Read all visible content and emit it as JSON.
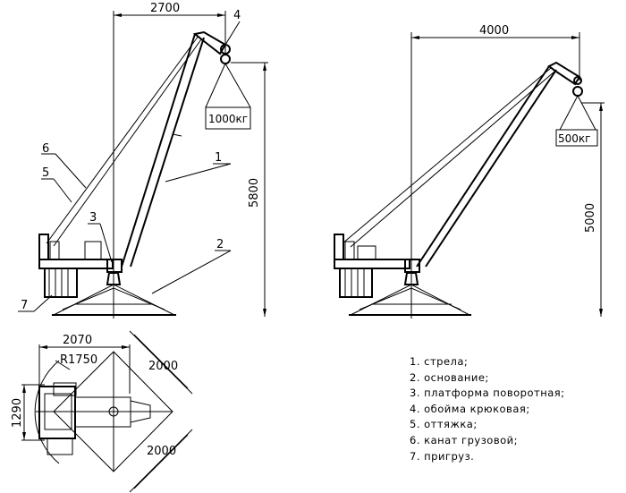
{
  "left_crane": {
    "reach": "2700",
    "height": "5800",
    "load": "1000кг",
    "callouts": [
      "1",
      "2",
      "3",
      "4",
      "5",
      "6",
      "7"
    ]
  },
  "right_crane": {
    "reach": "4000",
    "height": "5000",
    "load": "500кг"
  },
  "plan_view": {
    "width": "2070",
    "radius": "R1750",
    "depth": "1290",
    "side_a": "2000",
    "side_b": "2000"
  },
  "legend": [
    "1. стрела;",
    "2. основание;",
    "3. платформа поворотная;",
    "4. обойма крюковая;",
    "5. оттяжка;",
    "6. канат грузовой;",
    "7. пригруз."
  ]
}
